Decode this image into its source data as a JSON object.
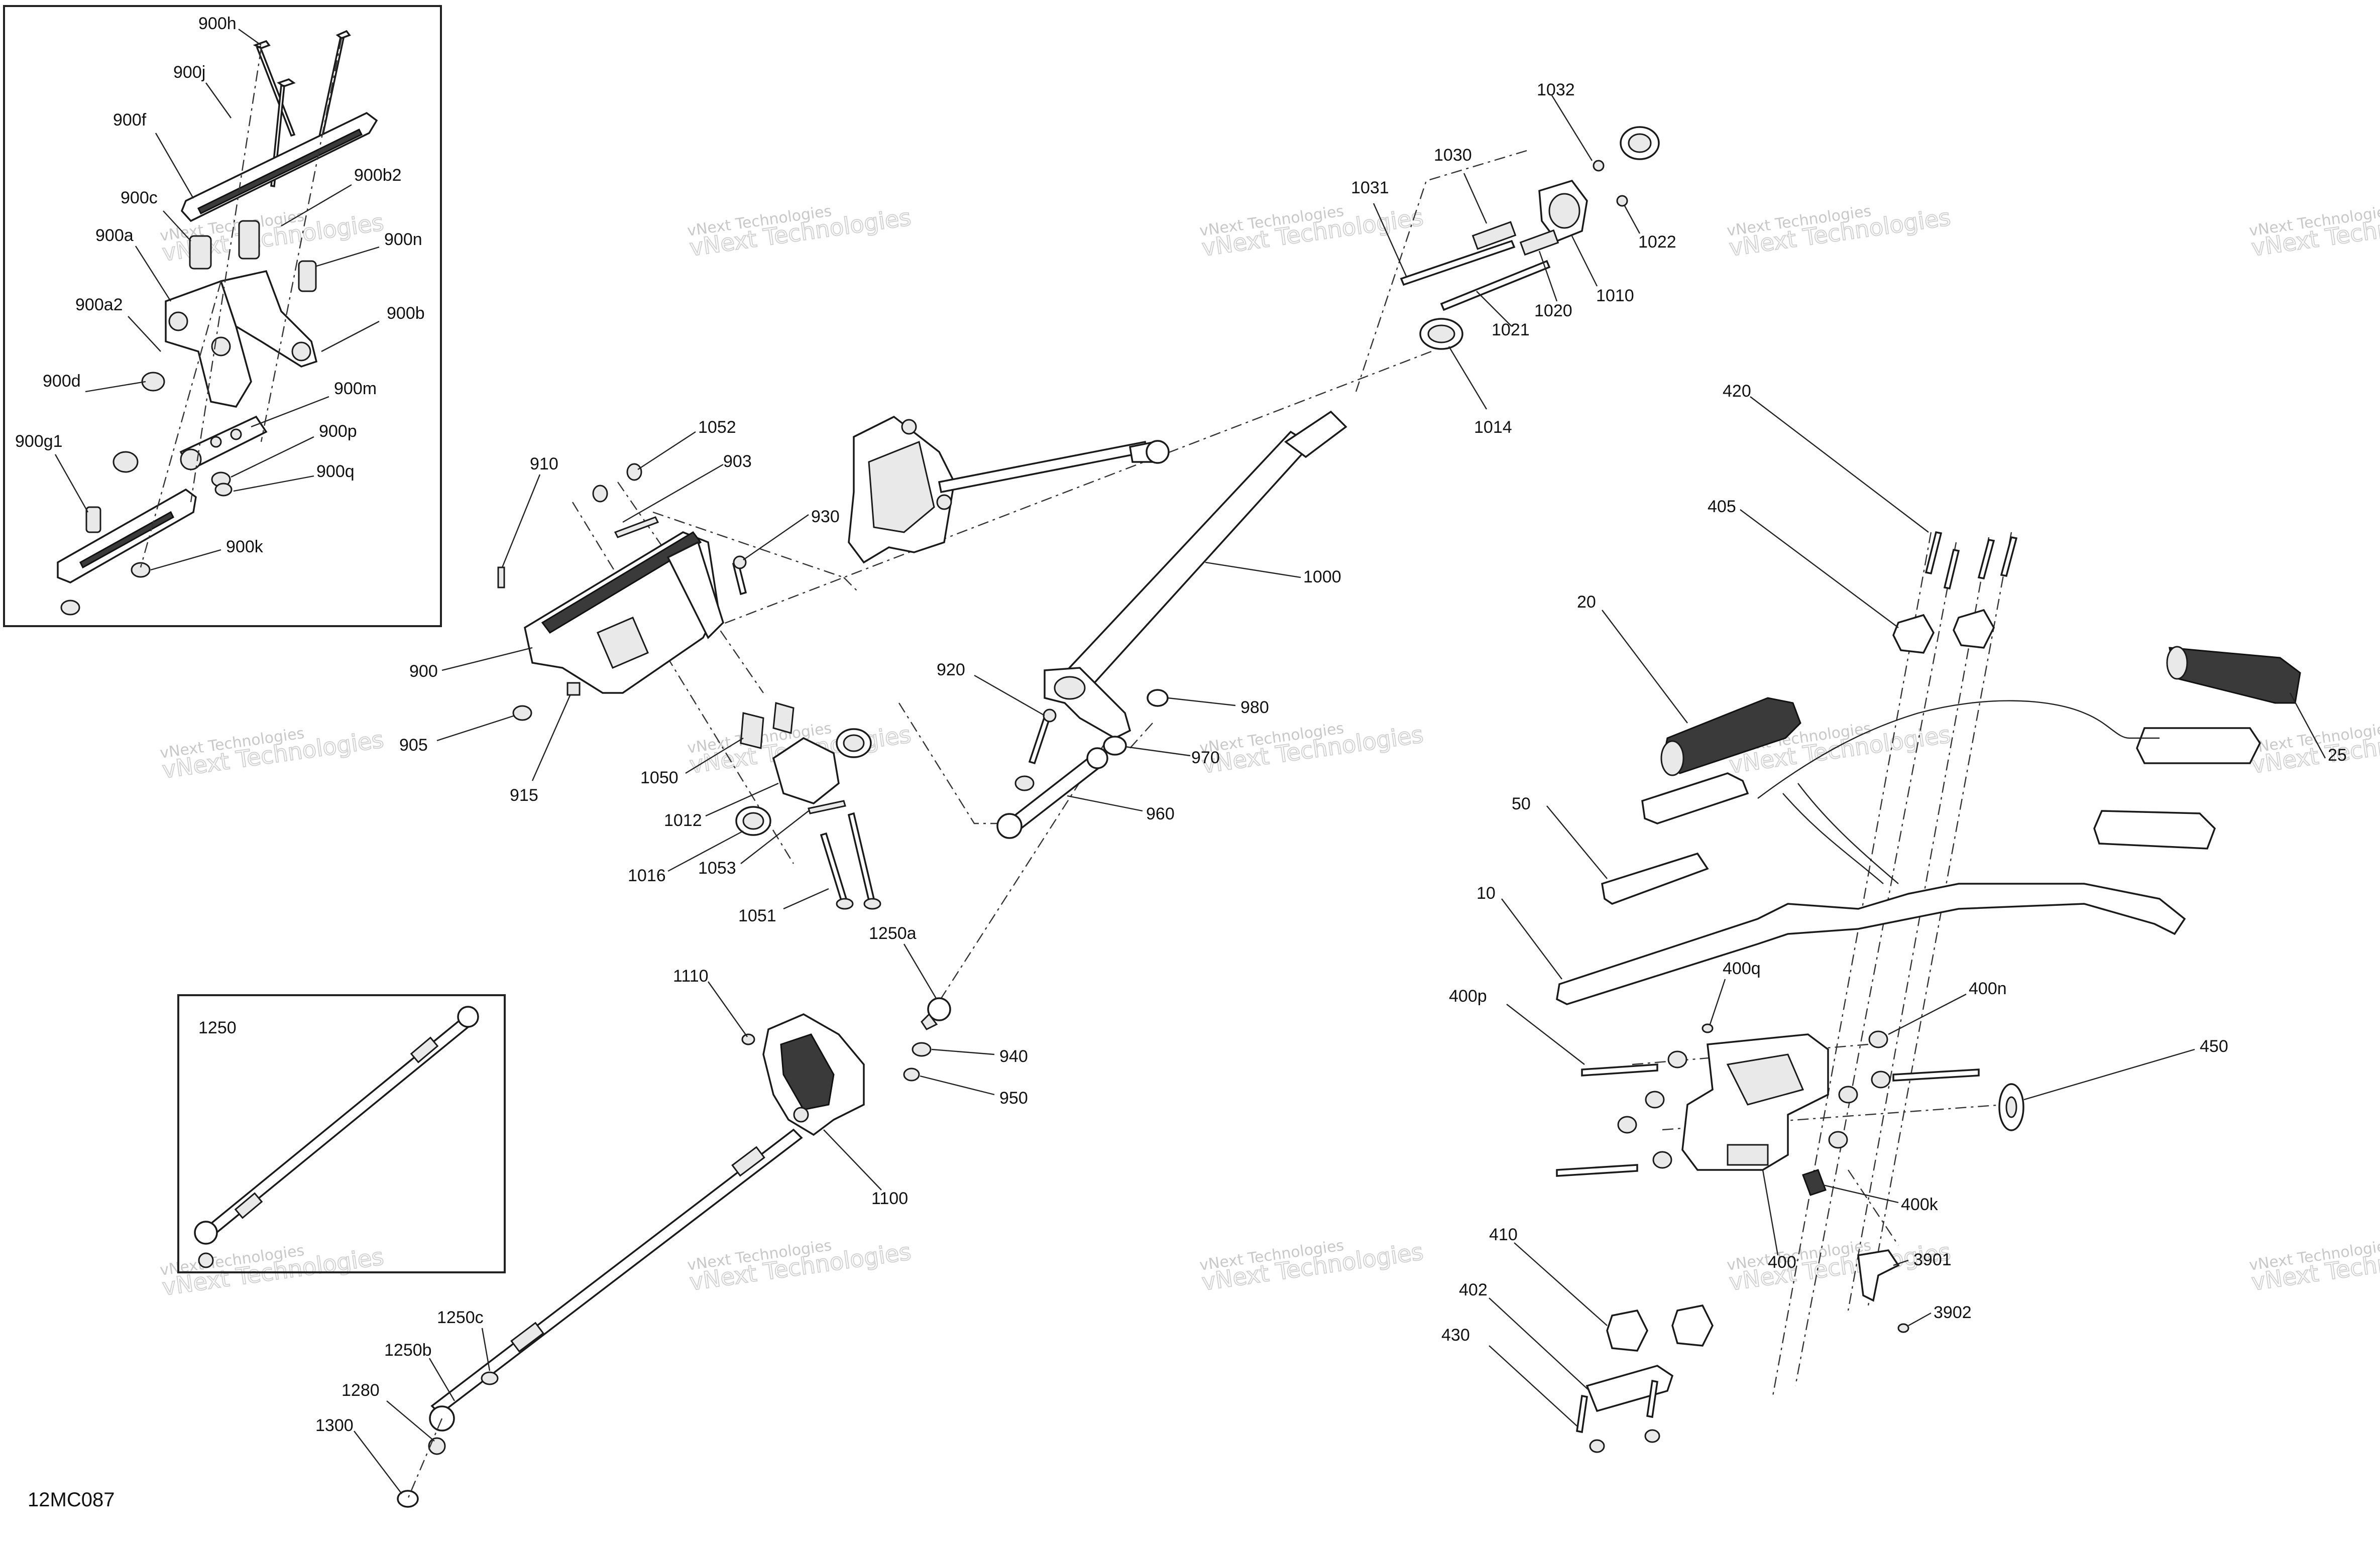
{
  "diagram_code": "12MC087",
  "watermark": {
    "line1": "vNext Technologies",
    "line2": "vNext Technologies"
  },
  "inset_label": "1250",
  "labels": {
    "l900h": "900h",
    "l900j": "900j",
    "l900f": "900f",
    "l900c": "900c",
    "l900b2": "900b2",
    "l900a": "900a",
    "l900n": "900n",
    "l900a2": "900a2",
    "l900b": "900b",
    "l900d": "900d",
    "l900m": "900m",
    "l900g1": "900g1",
    "l900p": "900p",
    "l900q": "900q",
    "l900k": "900k",
    "l1032": "1032",
    "l1030": "1030",
    "l1031": "1031",
    "l1022": "1022",
    "l1010": "1010",
    "l1020": "1020",
    "l1021": "1021",
    "l1014": "1014",
    "l1052": "1052",
    "l910": "910",
    "l903": "903",
    "l930": "930",
    "l1000": "1000",
    "l900": "900",
    "l905": "905",
    "l915": "915",
    "l1050": "1050",
    "l1012": "1012",
    "l1016": "1016",
    "l1053": "1053",
    "l1051": "1051",
    "l920": "920",
    "l980": "980",
    "l970": "970",
    "l960": "960",
    "l1250a": "1250a",
    "l1110": "1110",
    "l940": "940",
    "l950": "950",
    "l1100": "1100",
    "l1250c": "1250c",
    "l1250b": "1250b",
    "l1280": "1280",
    "l1300": "1300",
    "l420": "420",
    "l405": "405",
    "l20": "20",
    "l25": "25",
    "l50": "50",
    "l10": "10",
    "l400q": "400q",
    "l400p": "400p",
    "l400n": "400n",
    "l450": "450",
    "l400k": "400k",
    "l400": "400",
    "l3901": "3901",
    "l3902": "3902",
    "l410": "410",
    "l402": "402",
    "l430": "430"
  }
}
